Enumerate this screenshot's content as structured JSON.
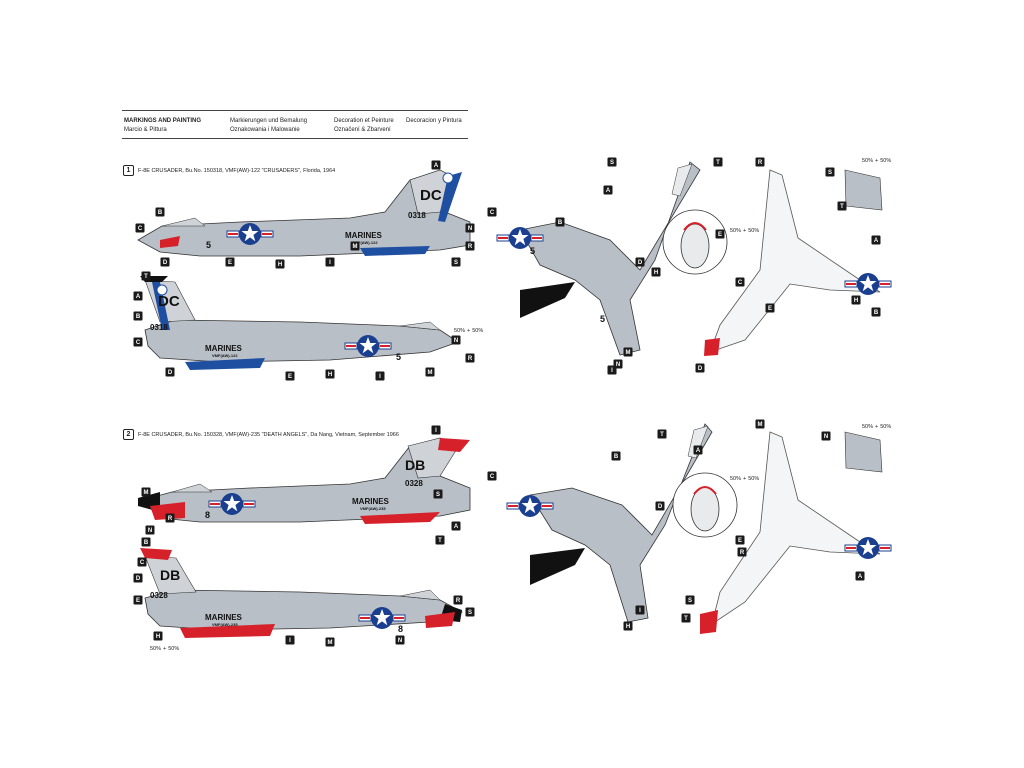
{
  "header": {
    "col1": [
      "MARKINGS AND PAINTING",
      "Marcio & Pittura"
    ],
    "col2": [
      "Markierungen und Bemalung",
      "Oznakowania i Malowanie"
    ],
    "col3": [
      "Decoration et Peinture",
      "Označení & Zbarvení"
    ],
    "col4": [
      "Decoracion y Pintura",
      ""
    ]
  },
  "profiles": [
    {
      "number": "1",
      "caption": "F-8E CRUSADER, Bu.No. 150318, VMF(AW)-122 \"CRUSADERS\", Florida, 1964",
      "modex": "DC",
      "serial": "0318",
      "side_number": "5",
      "unit_text": "MARINES",
      "unit_sub": "VMF(AW)-122",
      "accent": "#1f4fa0"
    },
    {
      "number": "2",
      "caption": "F-8E CRUSADER, Bu.No. 150328, VMF(AW)-235 \"DEATH ANGELS\", Da Nang, Vietnam, September 1966",
      "modex": "DB",
      "serial": "0328",
      "side_number": "8",
      "unit_text": "MARINES",
      "unit_sub": "VMF(AW)-235",
      "accent": "#d6202a"
    }
  ],
  "paint_codes": [
    "A",
    "B",
    "C",
    "D",
    "E",
    "H",
    "I",
    "M",
    "N",
    "R",
    "S",
    "T"
  ],
  "mix_notes": [
    "50%",
    "+",
    "50%"
  ],
  "colors": {
    "gray": "#b9bfc6",
    "dark_gray": "#8a9098",
    "light": "#e8eaec",
    "black": "#111111"
  }
}
